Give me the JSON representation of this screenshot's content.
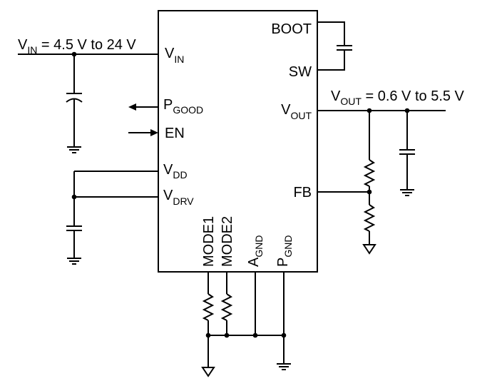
{
  "ic": {
    "pins": {
      "vin": {
        "main": "V",
        "sub": "IN"
      },
      "pgood": {
        "main": "P",
        "sub": "GOOD"
      },
      "en": "EN",
      "vdd": {
        "main": "V",
        "sub": "DD"
      },
      "vdrv": {
        "main": "V",
        "sub": "DRV"
      },
      "boot": "BOOT",
      "sw": "SW",
      "vout": {
        "main": "V",
        "sub": "OUT"
      },
      "fb": "FB",
      "mode1": "MODE1",
      "mode2": "MODE2",
      "agnd": {
        "main": "A",
        "sub": "GND"
      },
      "pgnd": {
        "main": "P",
        "sub": "GND"
      }
    }
  },
  "input": {
    "main": "V",
    "sub": "IN",
    "rest": " = 4.5 V to 24 V"
  },
  "output": {
    "main": "V",
    "sub": "OUT",
    "rest": " = 0.6 V to 5.5 V"
  },
  "colors": {
    "line": "#000000",
    "background": "#ffffff"
  }
}
